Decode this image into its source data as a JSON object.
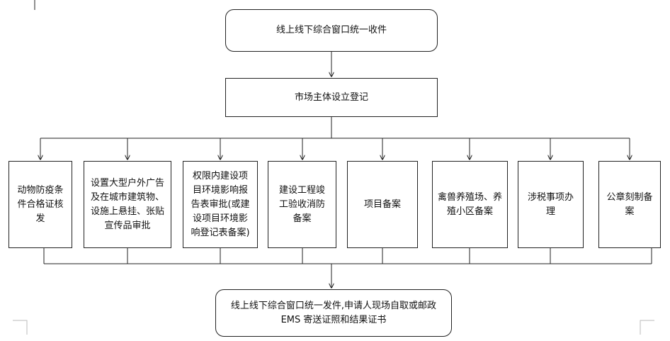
{
  "flowchart": {
    "start": {
      "label": "线上线下综合窗口统一收件"
    },
    "registration": {
      "label": "市场主体设立登记"
    },
    "items": [
      {
        "label": "动物防疫条\n件合格证核\n发"
      },
      {
        "label": "设置大型户外广告\n及在城市建筑物、\n设施上悬挂、张贴\n宣传品审批"
      },
      {
        "label": "权限内建设项\n目环境影响报\n告表审批(或建\n设项目环境影\n响登记表备案)"
      },
      {
        "label": "建设工程竣\n工验收消防\n备案"
      },
      {
        "label": "项目备案"
      },
      {
        "label": "禽兽养殖场、养\n殖小区备案"
      },
      {
        "label": "涉税事项办\n理"
      },
      {
        "label": "公章刻制备\n案"
      }
    ],
    "end": {
      "label": "线上线下综合窗口统一发件,申请人现场自取或邮政\nEMS 寄送证照和结果证书"
    }
  }
}
